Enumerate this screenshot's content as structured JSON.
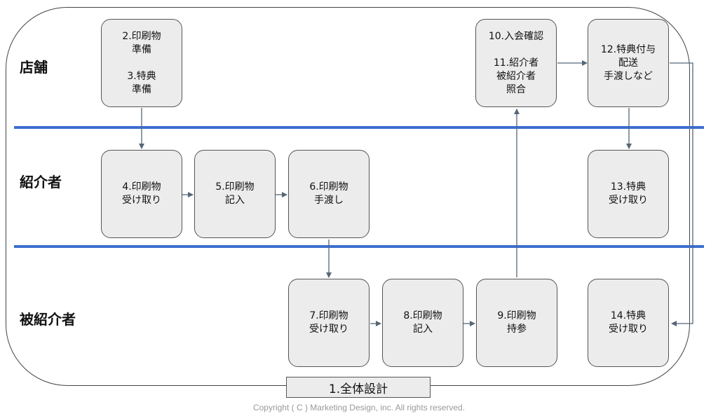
{
  "lanes": {
    "store": "店舗",
    "referrer": "紹介者",
    "referred": "被紹介者"
  },
  "boxes": {
    "b2_3": "2.印刷物\n準備\n\n3.特典\n準備",
    "b4": "4.印刷物\n受け取り",
    "b5": "5.印刷物\n記入",
    "b6": "6.印刷物\n手渡し",
    "b7": "7.印刷物\n受け取り",
    "b8": "8.印刷物\n記入",
    "b9": "9.印刷物\n持参",
    "b10_11": "10.入会確認\n\n11.紹介者\n被紹介者\n照合",
    "b12": "12.特典付与\n配送\n手渡しなど",
    "b13": "13.特典\n受け取り",
    "b14": "14.特典\n受け取り"
  },
  "overall_label": "1.全体設計",
  "copyright": "Copyright ( C ) Marketing Design, inc. All rights reserved.",
  "colors": {
    "lane_divider": "#3d6fcf",
    "box_fill": "#ececec",
    "arrow": "#556677"
  }
}
